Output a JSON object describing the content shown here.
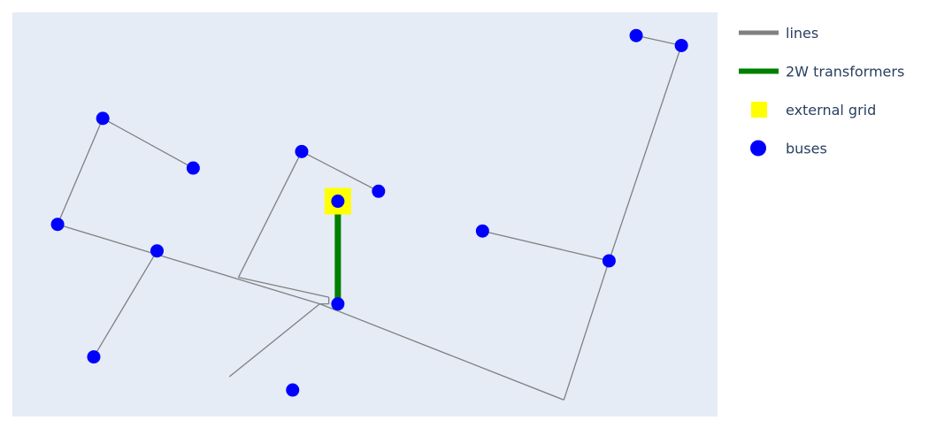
{
  "chart_data": {
    "type": "scatter",
    "title": "",
    "xlabel": "",
    "ylabel": "",
    "grid": false,
    "axes_visible": false,
    "legend_placement": "top-right",
    "plot_background": "#e5ecf6",
    "series": [
      {
        "name": "lines",
        "kind": "polyline",
        "color": "#808080",
        "segments": [
          [
            [
              1.0,
              4.5
            ],
            [
              2.0,
              3.75
            ]
          ],
          [
            [
              1.0,
              4.5
            ],
            [
              0.5,
              2.9
            ]
          ],
          [
            [
              0.5,
              2.9
            ],
            [
              3.4,
              1.7
            ]
          ],
          [
            [
              3.4,
              1.7
            ],
            [
              2.4,
              0.6
            ]
          ],
          [
            [
              1.6,
              2.5
            ],
            [
              0.9,
              0.9
            ]
          ],
          [
            [
              3.4,
              1.7
            ],
            [
              6.1,
              0.25
            ]
          ],
          [
            [
              6.1,
              0.25
            ],
            [
              6.6,
              2.35
            ]
          ],
          [
            [
              6.6,
              2.35
            ],
            [
              7.4,
              5.6
            ]
          ],
          [
            [
              7.4,
              5.6
            ],
            [
              6.9,
              5.75
            ]
          ],
          [
            [
              6.6,
              2.35
            ],
            [
              5.2,
              2.8
            ]
          ],
          [
            [
              3.2,
              4.0
            ],
            [
              4.05,
              3.4
            ]
          ],
          [
            [
              3.2,
              4.0
            ],
            [
              2.5,
              2.1
            ]
          ],
          [
            [
              2.5,
              2.1
            ],
            [
              3.5,
              1.8
            ]
          ],
          [
            [
              3.5,
              1.8
            ],
            [
              3.5,
              1.7
            ]
          ],
          [
            [
              3.5,
              1.7
            ],
            [
              3.4,
              1.7
            ]
          ]
        ]
      },
      {
        "name": "2W transformers",
        "kind": "line",
        "color": "#008000",
        "segments": [
          [
            [
              3.6,
              3.25
            ],
            [
              3.6,
              1.7
            ]
          ]
        ]
      },
      {
        "name": "external grid",
        "kind": "marker-square",
        "color": "#ffff00",
        "points": [
          [
            3.6,
            3.25
          ]
        ]
      },
      {
        "name": "buses",
        "kind": "marker-circle",
        "color": "#0000ff",
        "points": [
          [
            1.0,
            4.5
          ],
          [
            0.5,
            2.9
          ],
          [
            2.0,
            3.75
          ],
          [
            1.6,
            2.5
          ],
          [
            0.9,
            0.9
          ],
          [
            3.2,
            4.0
          ],
          [
            4.05,
            3.4
          ],
          [
            3.6,
            3.25
          ],
          [
            3.6,
            1.7
          ],
          [
            3.1,
            0.4
          ],
          [
            5.2,
            2.8
          ],
          [
            6.6,
            2.35
          ],
          [
            6.9,
            5.75
          ],
          [
            7.4,
            5.6
          ]
        ]
      }
    ],
    "xlim": [
      0.0,
      7.8
    ],
    "ylim": [
      0.0,
      6.1
    ]
  }
}
